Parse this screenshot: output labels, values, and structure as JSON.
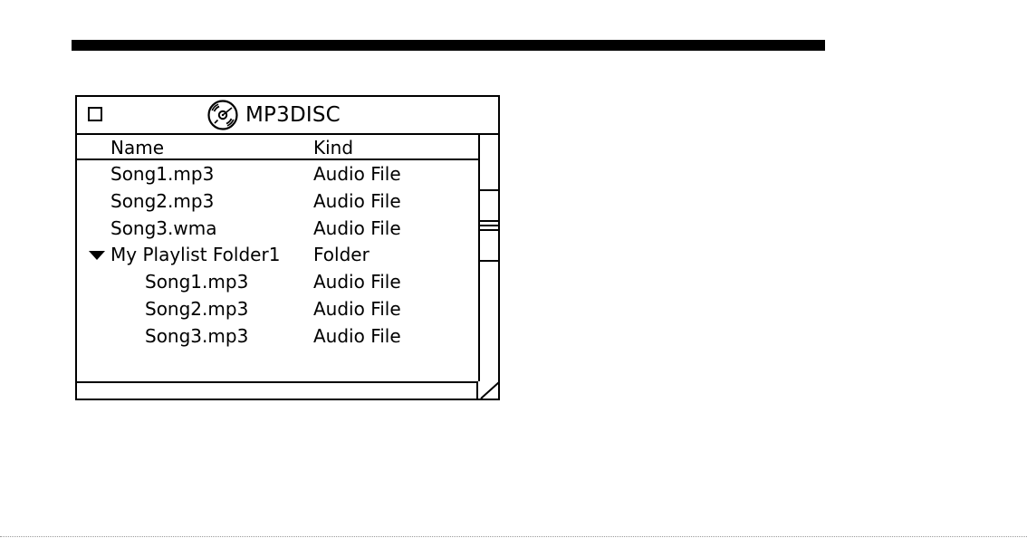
{
  "window": {
    "title": "MP3DISC",
    "title_icon": "disc-icon",
    "close_icon": "close-box-icon"
  },
  "columns": {
    "name": "Name",
    "kind": "Kind"
  },
  "rows": [
    {
      "name": "Song1.mp3",
      "kind": "Audio File",
      "indent": 0,
      "expanded": false
    },
    {
      "name": "Song2.mp3",
      "kind": "Audio File",
      "indent": 0,
      "expanded": false
    },
    {
      "name": "Song3.wma",
      "kind": "Audio File",
      "indent": 0,
      "expanded": false
    },
    {
      "name": "My Playlist Folder1",
      "kind": "Folder",
      "indent": 0,
      "expanded": true
    },
    {
      "name": "Song1.mp3",
      "kind": "Audio File",
      "indent": 1,
      "expanded": false
    },
    {
      "name": "Song2.mp3",
      "kind": "Audio File",
      "indent": 1,
      "expanded": false
    },
    {
      "name": "Song3.mp3",
      "kind": "Audio File",
      "indent": 1,
      "expanded": false
    }
  ],
  "scrollbar": {
    "position_fraction": 0.31
  },
  "colors": {
    "ink": "#000000",
    "paper": "#ffffff"
  }
}
